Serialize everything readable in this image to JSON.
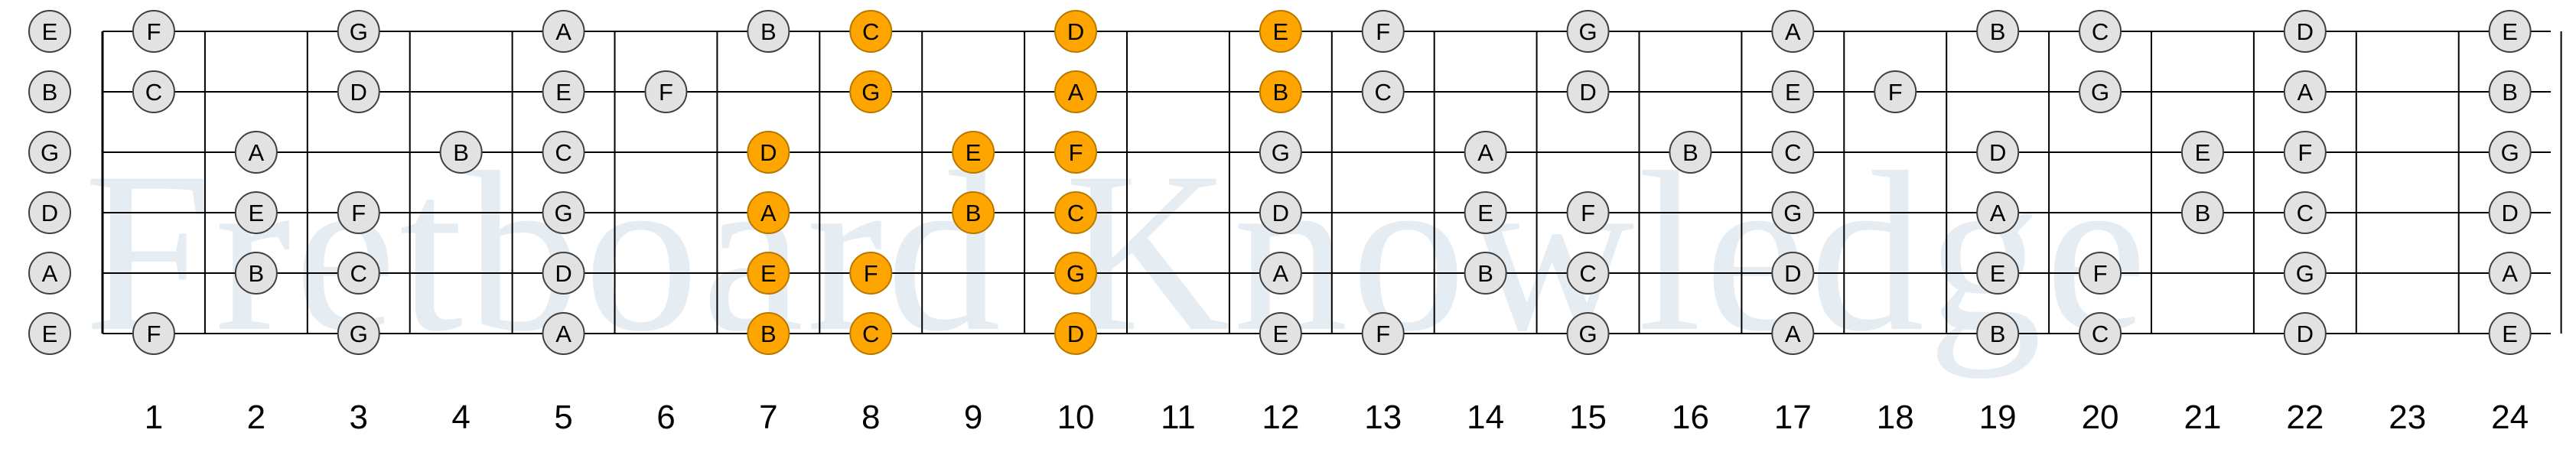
{
  "watermark": "Fretboard Knowledge",
  "colors": {
    "background": "#ffffff",
    "line": "#000000",
    "note_fill": "#e2e2e2",
    "note_stroke": "#404040",
    "highlight_fill": "#ffa500",
    "highlight_stroke": "#b87800",
    "watermark": "#e5edf3",
    "text": "#000000"
  },
  "open_strings": [
    "E",
    "B",
    "G",
    "D",
    "A",
    "E"
  ],
  "fret_numbers": [
    "1",
    "2",
    "3",
    "4",
    "5",
    "6",
    "7",
    "8",
    "9",
    "10",
    "11",
    "12",
    "13",
    "14",
    "15",
    "16",
    "17",
    "18",
    "19",
    "20",
    "21",
    "22",
    "23",
    "24"
  ],
  "visible_notes": [
    "C",
    "D",
    "E",
    "F",
    "G",
    "A",
    "B"
  ],
  "highlighted_notes": [
    {
      "string": 1,
      "fret": 8
    },
    {
      "string": 1,
      "fret": 10
    },
    {
      "string": 1,
      "fret": 12
    },
    {
      "string": 2,
      "fret": 8
    },
    {
      "string": 2,
      "fret": 10
    },
    {
      "string": 2,
      "fret": 12
    },
    {
      "string": 3,
      "fret": 7
    },
    {
      "string": 3,
      "fret": 9
    },
    {
      "string": 3,
      "fret": 10
    },
    {
      "string": 4,
      "fret": 7
    },
    {
      "string": 4,
      "fret": 9
    },
    {
      "string": 4,
      "fret": 10
    },
    {
      "string": 5,
      "fret": 7
    },
    {
      "string": 5,
      "fret": 8
    },
    {
      "string": 5,
      "fret": 10
    },
    {
      "string": 6,
      "fret": 7
    },
    {
      "string": 6,
      "fret": 8
    },
    {
      "string": 6,
      "fret": 10
    }
  ]
}
